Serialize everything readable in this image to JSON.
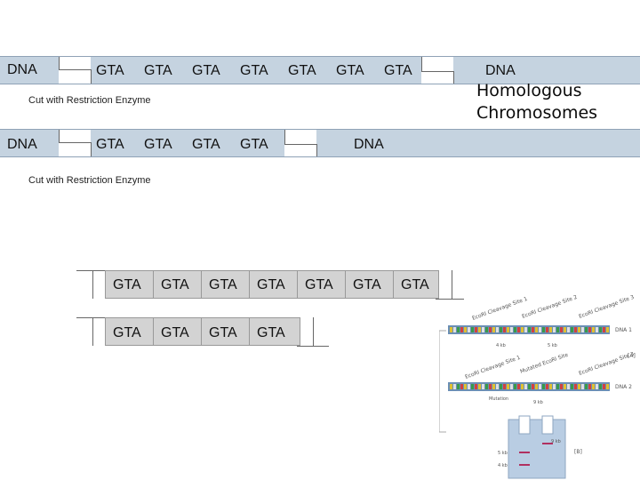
{
  "dna_label": "DNA",
  "cut_label": "Cut with Restriction Enzyme",
  "title_line1": "Homologous",
  "title_line2": "Chromosomes",
  "strand1": {
    "left": "DNA",
    "repeats": [
      "GTA",
      "GTA",
      "GTA",
      "GTA",
      "GTA",
      "GTA",
      "GTA"
    ],
    "right": "DNA"
  },
  "strand2": {
    "left": "DNA",
    "repeats": [
      "GTA",
      "GTA",
      "GTA",
      "GTA"
    ],
    "right": "DNA"
  },
  "fragment1": [
    "GTA",
    "GTA",
    "GTA",
    "GTA",
    "GTA",
    "GTA",
    "GTA"
  ],
  "fragment2": [
    "GTA",
    "GTA",
    "GTA",
    "GTA"
  ],
  "inset": {
    "site1": "EcoRI Cleavage Site 1",
    "site2": "EcoRI Cleavage Site 2",
    "site3": "EcoRI Cleavage Site 3",
    "site1b": "EcoRI Cleavage Site 1",
    "mutated": "Mutated EcoRI Site",
    "site3b": "EcoRI Cleavage Site 3",
    "dna1": "DNA 1",
    "dna2": "DNA 2",
    "kb4": "4 kb",
    "kb5": "5 kb",
    "kb9": "9 kb",
    "mutation": "Mutation",
    "label_a": "[A]",
    "label_b": "[B]",
    "gel_9kb": "9 kb",
    "gel_5kb": "5 kb",
    "gel_4kb": "4 kb"
  }
}
